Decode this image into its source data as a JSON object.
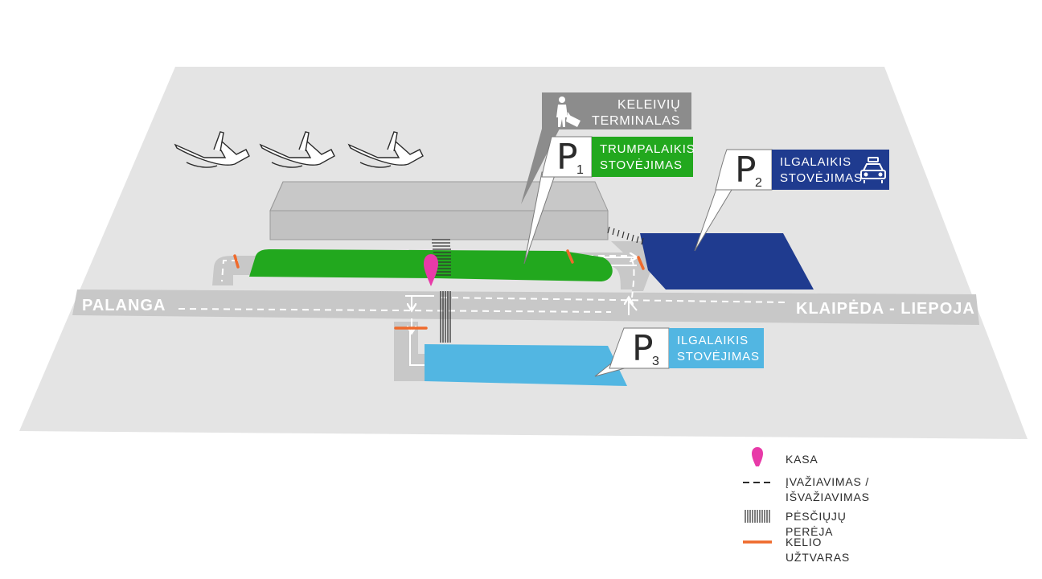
{
  "roads": {
    "west_label": "PALANGA",
    "east_label": "KLAIPĖDA - LIEPOJA"
  },
  "terminal": {
    "line1": "KELEIVIŲ",
    "line2": "TERMINALAS",
    "icon": "traveller-with-suitcase-icon"
  },
  "parking": {
    "p1": {
      "letter": "P",
      "number": "1",
      "line1": "TRUMPALAIKIS",
      "line2": "STOVĖJIMAS",
      "color": "#22a81e"
    },
    "p2": {
      "letter": "P",
      "number": "2",
      "line1": "ILGALAIKIS",
      "line2": "STOVĖJIMAS",
      "color": "#1f3b8f",
      "icon": "car-icon"
    },
    "p3": {
      "letter": "P",
      "number": "3",
      "line1": "ILGALAIKIS",
      "line2": "STOVĖJIMAS",
      "color": "#52b6e2"
    }
  },
  "colors": {
    "ground": "#e4e4e4",
    "road": "#c8c8c8",
    "terminal_sign": "#8c8c8c",
    "kasa_pin": "#e83aa8",
    "barrier": "#ef6a2c"
  },
  "legend": [
    {
      "symbol": "pin",
      "label": "KASA"
    },
    {
      "symbol": "dashed-line",
      "label": "ĮVAŽIAVIMAS /\nIŠVAŽIAVIMAS"
    },
    {
      "symbol": "crosswalk",
      "label": "PĖSČIŲJŲ PERĖJA"
    },
    {
      "symbol": "barrier",
      "label": "KELIO UŽTVARAS"
    }
  ]
}
